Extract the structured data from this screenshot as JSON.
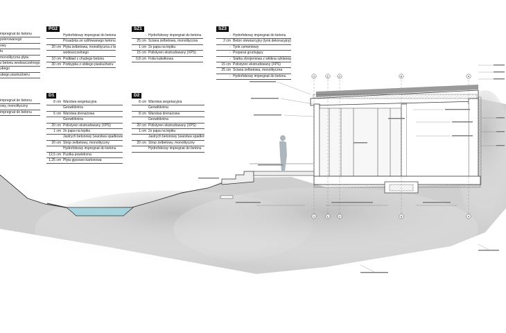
{
  "legend_left_top": {
    "rows": [
      {
        "th": "",
        "label": "impregnat do betonu"
      },
      {
        "th": "",
        "label": "polerowanego"
      },
      {
        "th": "",
        "label": "owy"
      },
      {
        "th": "",
        "label": "tu"
      },
      {
        "th": "",
        "label": "monolityczna płyta"
      },
      {
        "th": "",
        "label": "z betonu wodoszczelnego"
      },
      {
        "th": "",
        "label": "ubego"
      },
      {
        "th": "",
        "label": "ubego piasku/żwiru"
      }
    ]
  },
  "legend_left_mid": {
    "rows": [
      {
        "th": "",
        "label": "impregnat do betonu"
      },
      {
        "th": "",
        "label": "owy, monolityczny"
      },
      {
        "th": "",
        "label": "impregnat do betonu"
      }
    ]
  },
  "legend_pg2": {
    "tag": "PG2",
    "rows": [
      {
        "th": "",
        "label": "Hydrofobowy impregnat do betonu"
      },
      {
        "th": "",
        "label": "Posadzka ze szlifowanego betonu"
      },
      {
        "th": "20 cm",
        "label": "Płyta żelbetowa, monolityczna z betonu"
      },
      {
        "th": "",
        "label": "wodoszczelnego"
      },
      {
        "th": "10 cm",
        "label": "Podkład z chudego betonu"
      },
      {
        "th": "30 cm",
        "label": "Podsypka z ubitego piasku/żwiru"
      }
    ]
  },
  "legend_sz1": {
    "tag": "SZ1",
    "rows": [
      {
        "th": "-",
        "label": "Hydrofobowy impregnat do betonu"
      },
      {
        "th": "25 cm",
        "label": "Ściana żelbetowa, monolityczna"
      },
      {
        "th": "1 cm",
        "label": "2x papa na lepiku"
      },
      {
        "th": "15 cm",
        "label": "Polistyren ekstrudowany (XPS)"
      },
      {
        "th": "0,8 cm",
        "label": "Folia kubełkowa"
      }
    ]
  },
  "legend_sz3": {
    "tag": "SZ3",
    "rows": [
      {
        "th": "-",
        "label": "Hydrofobowy impregnat do betonu"
      },
      {
        "th": "2 cm",
        "label": "Beton otewiarcyjny (tynk dekoracyjny)"
      },
      {
        "th": "-",
        "label": "Tynk cementowy"
      },
      {
        "th": "-",
        "label": "Preparat gruntujący"
      },
      {
        "th": "-",
        "label": "Siatka zbrojeniowa z włókna szklanego"
      },
      {
        "th": "15 cm",
        "label": "Polistyren ekstrudowany (XPS)"
      },
      {
        "th": "25 cm",
        "label": "Ściana żelbetowa, monolityczna"
      },
      {
        "th": "-",
        "label": "Hydrofobowy impregnat do betonu"
      }
    ]
  },
  "legend_d1": {
    "tag": "D1",
    "rows": [
      {
        "th": "8 cm",
        "label": "Warstwa wegetacyjna"
      },
      {
        "th": "",
        "label": "Geowłóknina"
      },
      {
        "th": "6 cm",
        "label": "Warstwa drenażowa"
      },
      {
        "th": "",
        "label": "Geowłóknina"
      },
      {
        "th": "20 cm",
        "label": "Polistyren ekstrudowany (XPS)"
      },
      {
        "th": "1 cm",
        "label": "2x papa na lepiku"
      },
      {
        "th": "",
        "label": "Jastrych betonowy (warstwa spadkowa)"
      },
      {
        "th": "20 cm",
        "label": "Strop żelbetowy, monolityczny"
      },
      {
        "th": "",
        "label": "Hydrofobowy impregnat do betonu"
      },
      {
        "th": "12,5 cm",
        "label": "Pustka powietrzna"
      },
      {
        "th": "1,25 cm",
        "label": "Płyta gipsowo-kartonowa"
      }
    ]
  },
  "legend_d2": {
    "tag": "D2",
    "rows": [
      {
        "th": "8 cm",
        "label": "Warstwa wegetacyjna"
      },
      {
        "th": "",
        "label": "Geowłóknina"
      },
      {
        "th": "8 cm",
        "label": "Warstwa drenażowa"
      },
      {
        "th": "",
        "label": "Geowłóknina"
      },
      {
        "th": "20 cm",
        "label": "Polistyren ekstrudowany (XPS)"
      },
      {
        "th": "1 cm",
        "label": "2x papa na lepiku"
      },
      {
        "th": "",
        "label": "Jastrych betonowy (warstwa spadkowa)"
      },
      {
        "th": "20 cm",
        "label": "Strop żelbetowy, monolityczny"
      },
      {
        "th": "",
        "label": "Hydrofobowy impregnat do betonu"
      }
    ]
  },
  "grid_axes": [
    "G",
    "E",
    "D",
    "B",
    "A"
  ],
  "colors": {
    "ink": "#333333",
    "soil": "#c9c9c9",
    "soil_dark": "#a9a9a9",
    "water": "#aed6df",
    "concrete": "#f0f0f0",
    "tag_bg": "#111111"
  }
}
